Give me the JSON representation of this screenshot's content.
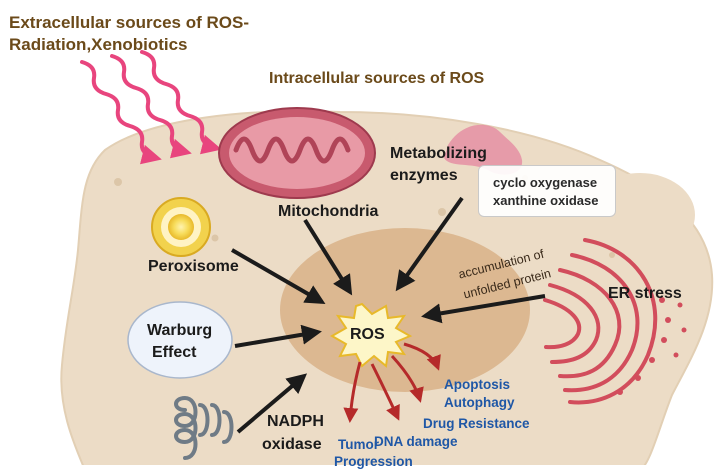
{
  "labels": {
    "extracellular_line1": "Extracellular sources of ROS-",
    "extracellular_line2": "Radiation,Xenobiotics",
    "intracellular": "Intracellular sources of ROS",
    "metabolizing_line1": "Metabolizing",
    "metabolizing_line2": "enzymes",
    "enzyme_1": "cyclo oxygenase",
    "enzyme_2": "xanthine oxidase",
    "mitochondria": "Mitochondria",
    "peroxisome": "Peroxisome",
    "warburg_line1": "Warburg",
    "warburg_line2": "Effect",
    "ros": "ROS",
    "er_stress": "ER stress",
    "unfolded_line1": "accumulation of",
    "unfolded_line2": "unfolded protein",
    "nadph_line1": "NADPH",
    "nadph_line2": "oxidase",
    "outcome_apoptosis": "Apoptosis",
    "outcome_autophagy": "Autophagy",
    "outcome_drug_resistance": "Drug Resistance",
    "outcome_dna_damage": "DNA damage",
    "outcome_tumor_line1": "Tumor",
    "outcome_tumor_line2": "Progression"
  },
  "colors": {
    "title_brown": "#6b4a1a",
    "cell_fill": "#ecdcc6",
    "nucleus_fill": "#dcb891",
    "radiation_pink": "#e8457e",
    "mitochondria_red": "#c85a6e",
    "er_red": "#d24d5c",
    "outcome_blue": "#1f57a6",
    "arrow_dark": "#1b1b1b",
    "arrow_red": "#b52a2a",
    "ros_burst": "#fdf6c8"
  }
}
